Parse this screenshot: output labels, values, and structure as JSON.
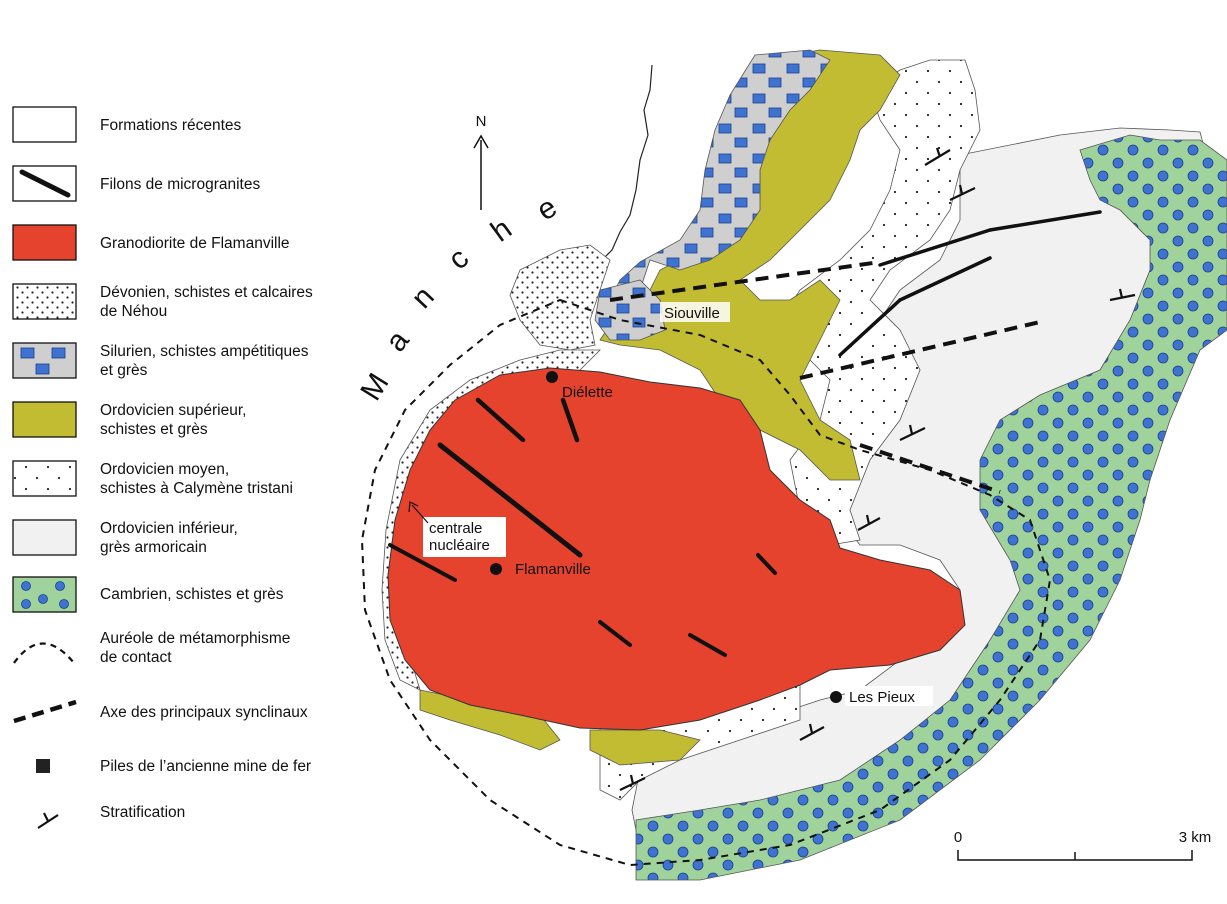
{
  "legend": {
    "items": [
      {
        "label": "Formations récentes"
      },
      {
        "label": "Filons de microgranites"
      },
      {
        "label": "Granodiorite de Flamanville"
      },
      {
        "label": "Dévonien, schistes et calcaires",
        "label2": "de Néhou"
      },
      {
        "label": "Silurien, schistes ampétitiques",
        "label2": "et grès"
      },
      {
        "label": "Ordovicien supérieur,",
        "label2": "schistes et grès"
      },
      {
        "label": "Ordovicien moyen,",
        "label2": "schistes à Calymène tristani"
      },
      {
        "label": "Ordovicien inférieur,",
        "label2": "grès armoricain"
      },
      {
        "label": "Cambrien, schistes et grès"
      },
      {
        "label": "Auréole de métamorphisme",
        "label2": "de contact"
      },
      {
        "label": "Axe des principaux synclinaux"
      },
      {
        "label": "Piles de l’ancienne mine de fer"
      },
      {
        "label": "Stratification"
      }
    ]
  },
  "map": {
    "north": "N",
    "sea": [
      "M",
      "a",
      "n",
      "c",
      "h",
      "e"
    ],
    "places": {
      "siouville": "Siouville",
      "dielette": "Diélette",
      "flamanville": "Flamanville",
      "les_pieux": "Les Pieux",
      "centrale_1": "centrale",
      "centrale_2": "nucléaire"
    }
  },
  "scale": {
    "start": "0",
    "end": "3 km"
  },
  "colors": {
    "granodiorite": "#e5432e",
    "ordovicien_superieur": "#c2bc33",
    "silurien": "#cfcfcf",
    "cambrien": "#9fd39b",
    "ordovicien_inferieur": "#f1f1f1",
    "blue_symbol": "#3f73d1"
  }
}
